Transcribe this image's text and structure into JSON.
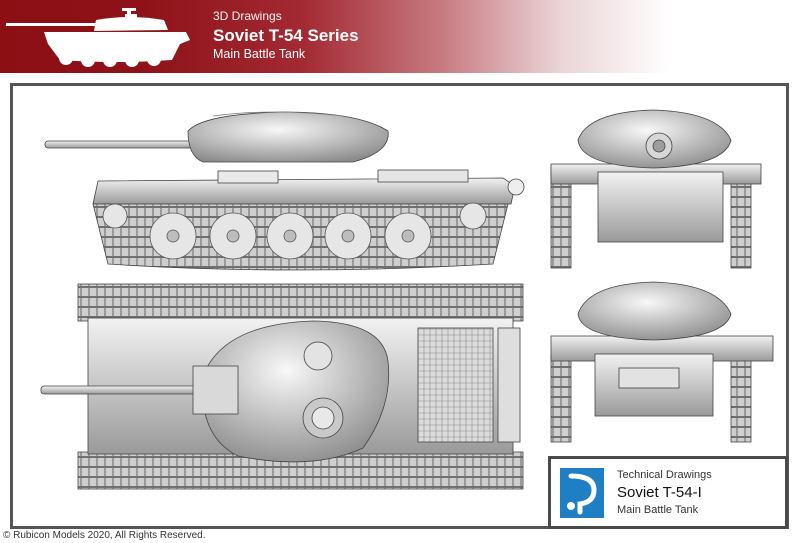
{
  "banner": {
    "kicker": "3D Drawings",
    "title": "Soviet T-54 Series",
    "subtitle": "Main Battle Tank"
  },
  "info_box": {
    "kicker": "Technical Drawings",
    "title": "Soviet T-54-I",
    "subtitle": "Main Battle Tank",
    "logo_icon": "rubicon-logo-icon"
  },
  "footer": {
    "copyright": "© Rubicon Models 2020, All Rights Reserved."
  },
  "colors": {
    "banner_red": "#8c0f14",
    "frame_gray": "#555555",
    "logo_blue": "#1f7fc4"
  }
}
